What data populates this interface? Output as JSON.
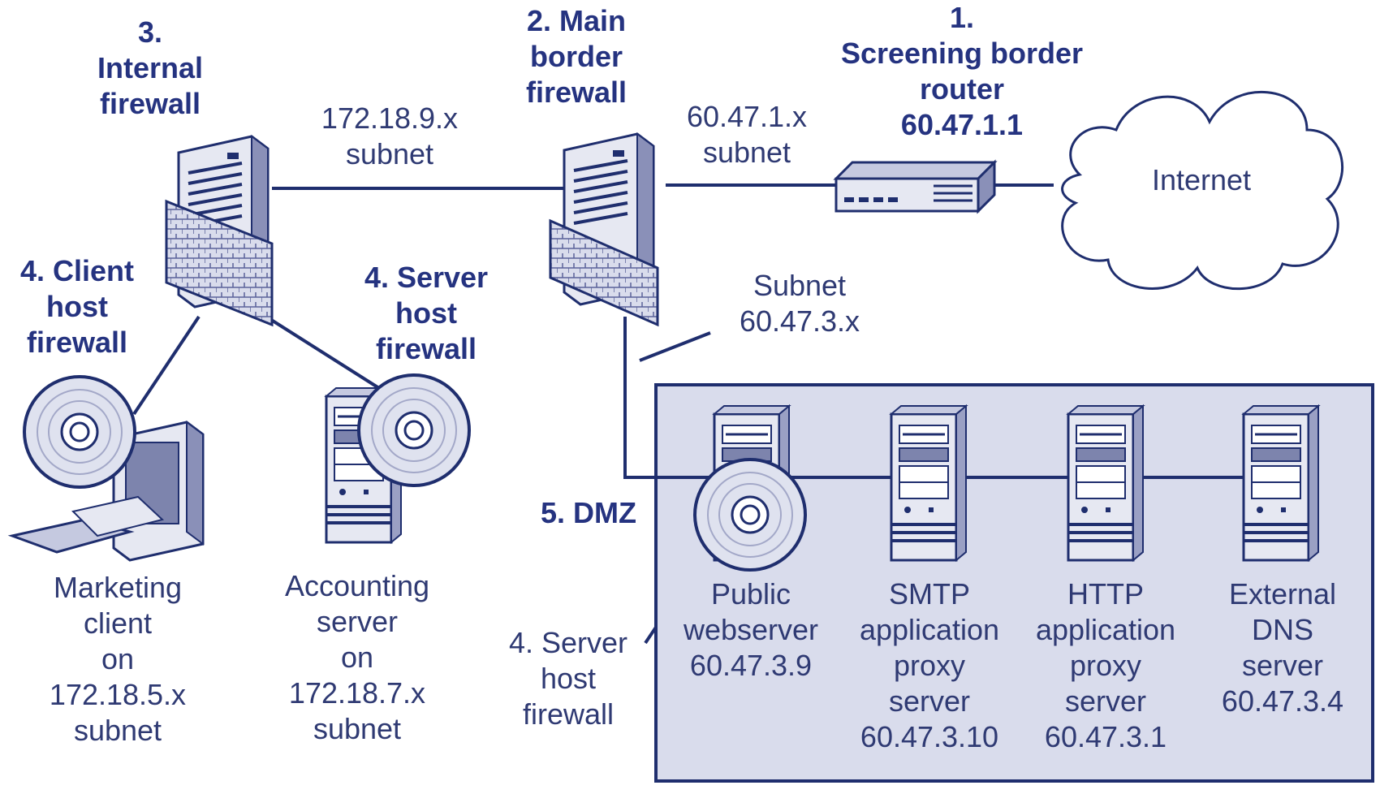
{
  "colors": {
    "line": "#1f2e6e",
    "bold_text": "#253380",
    "text": "#2f3a73",
    "dmz_fill": "#d9dcec",
    "device_fill": "#e6e8f2",
    "device_dark": "#7d84ad"
  },
  "labels": {
    "screening_router": [
      "1.",
      "Screening border",
      "router",
      "60.47.1.1"
    ],
    "main_border_firewall": [
      "2. Main",
      "border",
      "firewall"
    ],
    "internal_firewall": [
      "3.",
      "Internal",
      "firewall"
    ],
    "client_host_firewall": [
      "4. Client",
      "host",
      "firewall"
    ],
    "server_host_firewall_top": [
      "4. Server",
      "host",
      "firewall"
    ],
    "server_host_firewall_bottom": [
      "4. Server",
      "host",
      "firewall"
    ],
    "dmz": "5. DMZ",
    "subnet_172_9": [
      "172.18.9.x",
      "subnet"
    ],
    "subnet_60_1": [
      "60.47.1.x",
      "subnet"
    ],
    "subnet_60_3": [
      "Subnet",
      "60.47.3.x"
    ],
    "internet": "Internet",
    "marketing_client": [
      "Marketing",
      "client",
      "on",
      "172.18.5.x",
      "subnet"
    ],
    "accounting_server": [
      "Accounting",
      "server",
      "on",
      "172.18.7.x",
      "subnet"
    ],
    "public_webserver": [
      "Public",
      "webserver",
      "60.47.3.9"
    ],
    "smtp_proxy": [
      "SMTP",
      "application",
      "proxy",
      "server",
      "60.47.3.10"
    ],
    "http_proxy": [
      "HTTP",
      "application",
      "proxy",
      "server",
      "60.47.3.1"
    ],
    "external_dns": [
      "External",
      "DNS",
      "server",
      "60.47.3.4"
    ]
  },
  "icons": [
    "server-tower-icon",
    "firewall-brick-icon",
    "router-icon",
    "cloud-icon",
    "disc-icon",
    "desktop-computer-icon"
  ]
}
